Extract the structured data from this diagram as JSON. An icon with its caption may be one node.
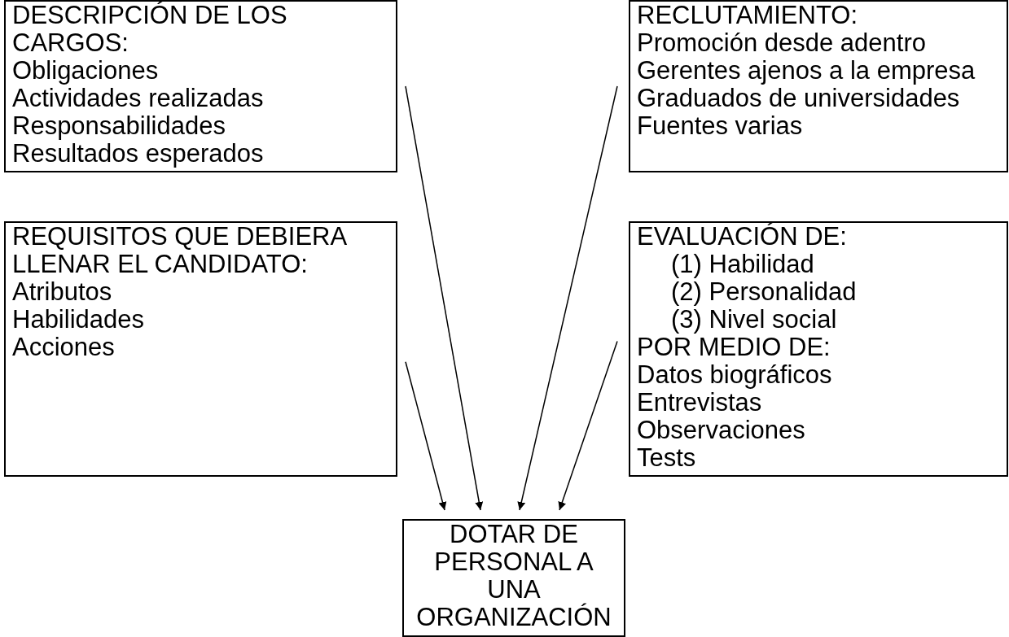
{
  "diagram": {
    "nodes": [
      {
        "text": [
          "DESCRIPCIÓN DE LOS CARGOS:",
          "Obligaciones",
          "Actividades realizadas",
          "Responsabilidades",
          "Resultados esperados"
        ]
      },
      {
        "text": [
          "RECLUTAMIENTO:",
          "Promoción desde adentro",
          "Gerentes ajenos a la empresa",
          "Graduados de universidades",
          "Fuentes varias"
        ]
      },
      {
        "text": [
          "REQUISITOS QUE DEBIERA LLENAR EL CANDIDATO:",
          "Atributos",
          "Habilidades",
          "Acciones"
        ]
      },
      {
        "text": [
          "EVALUACIÓN DE:",
          "(1) Habilidad",
          "(2) Personalidad",
          "(3) Nivel social",
          "POR MEDIO DE:",
          "Datos biográficos",
          "Entrevistas",
          "Observaciones",
          "Tests"
        ]
      },
      {
        "text": [
          "DOTAR DE PERSONAL A UNA ORGANIZACIÓN"
        ]
      }
    ],
    "edges": [
      {
        "from": 2,
        "to": 4,
        "arrow": "to"
      },
      {
        "from": 0,
        "to": 4,
        "arrow": "to"
      },
      {
        "from": 1,
        "to": 4,
        "arrow": "to"
      },
      {
        "from": 3,
        "to": 4,
        "arrow": "to"
      }
    ]
  }
}
